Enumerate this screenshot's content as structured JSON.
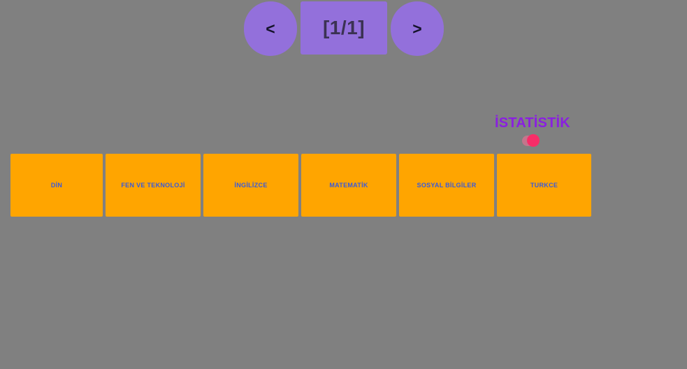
{
  "page": {
    "background_color": "#808080"
  },
  "pager": {
    "prev_label": "<",
    "prev_icon": "chevron-left-icon",
    "next_label": ">",
    "next_icon": "chevron-right-icon",
    "count_label": "[1/1]",
    "current_page": 1,
    "total_pages": 1,
    "button_color": "#9370db",
    "count_text_color": "#3b3253"
  },
  "stats": {
    "title": "İSTATİSTİK",
    "title_color": "#8a1fe0",
    "toggle": {
      "name": "statistics-toggle",
      "state": "on",
      "track_color": "#c4758c",
      "knob_color": "#f72d68"
    }
  },
  "subjects": {
    "card_color": "#ffa500",
    "label_color": "#3a5bd9",
    "items": [
      {
        "label": "DİN"
      },
      {
        "label": "FEN VE TEKNOLOJİ"
      },
      {
        "label": "İNGİLİZCE"
      },
      {
        "label": "MATEMATİK"
      },
      {
        "label": "SOSYAL BİLGİLER"
      },
      {
        "label": "TURKCE"
      }
    ]
  }
}
